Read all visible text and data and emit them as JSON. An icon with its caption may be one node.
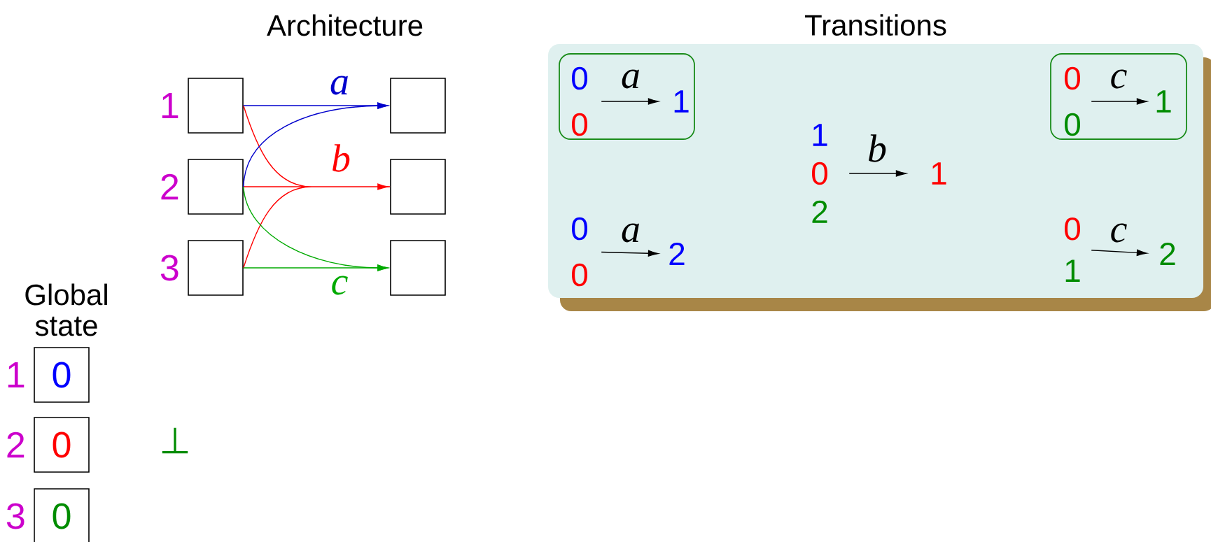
{
  "diagram": {
    "nodes": [
      {
        "text": [],
        "shape": "box",
        "beside": [
          "1"
        ]
      },
      {
        "text": [],
        "shape": "box",
        "beside": [
          "2"
        ]
      },
      {
        "text": [],
        "shape": "box",
        "beside": [
          "3"
        ]
      },
      {
        "text": [],
        "shape": "box"
      },
      {
        "text": [],
        "shape": "box"
      },
      {
        "text": [],
        "shape": "box"
      },
      {
        "text": [
          "0"
        ],
        "beside": [
          "1"
        ]
      },
      {
        "text": [
          "0"
        ],
        "beside": [
          "2"
        ]
      },
      {
        "text": [
          "0"
        ],
        "beside": [
          "3"
        ]
      },
      {
        "text": [
          "Transitions"
        ]
      },
      {
        "text": [],
        "shape": "box",
        "in": 9
      },
      {
        "text": [
          "0",
          "0"
        ],
        "in": 10
      },
      {
        "text": [
          "1"
        ],
        "in": 10
      },
      {
        "text": [
          "0",
          "0"
        ],
        "in": 9
      },
      {
        "text": [
          "2"
        ],
        "in": 9
      },
      {
        "text": [
          "1",
          "0",
          "2"
        ],
        "in": 9
      },
      {
        "text": [
          "1"
        ],
        "in": 9
      },
      {
        "text": [],
        "shape": "box",
        "in": 9
      },
      {
        "text": [
          "0",
          "0"
        ],
        "in": 17
      },
      {
        "text": [
          "1"
        ],
        "in": 17
      },
      {
        "text": [
          "0",
          "1"
        ],
        "in": 9
      },
      {
        "text": [
          "2"
        ],
        "in": 9
      }
    ],
    "edges": [
      {
        "from": 0,
        "to": 3,
        "arrow": "to",
        "label": "a",
        "color": "#0000cc"
      },
      {
        "from": 1,
        "to": 3,
        "arrow": "to",
        "color": "#0000cc"
      },
      {
        "from": 0,
        "to": 4,
        "arrow": "to",
        "color": "#ff0000"
      },
      {
        "from": 1,
        "to": 4,
        "arrow": "to",
        "label": "b",
        "color": "#ff0000"
      },
      {
        "from": 2,
        "to": 4,
        "arrow": "to",
        "color": "#ff0000"
      },
      {
        "from": 1,
        "to": 5,
        "arrow": "to",
        "color": "#00aa00"
      },
      {
        "from": 2,
        "to": 5,
        "arrow": "to",
        "label": "c",
        "color": "#00aa00"
      },
      {
        "from": 11,
        "to": 12,
        "arrow": "to",
        "label": "a"
      },
      {
        "from": 13,
        "to": 14,
        "arrow": "to",
        "label": "a"
      },
      {
        "from": 15,
        "to": 16,
        "arrow": "to",
        "label": "b"
      },
      {
        "from": 18,
        "to": 19,
        "arrow": "to",
        "label": "c"
      },
      {
        "from": 20,
        "to": 21,
        "arrow": "to",
        "label": "c"
      }
    ],
    "labels": [
      "Architecture",
      "Global state",
      "⊥"
    ]
  }
}
